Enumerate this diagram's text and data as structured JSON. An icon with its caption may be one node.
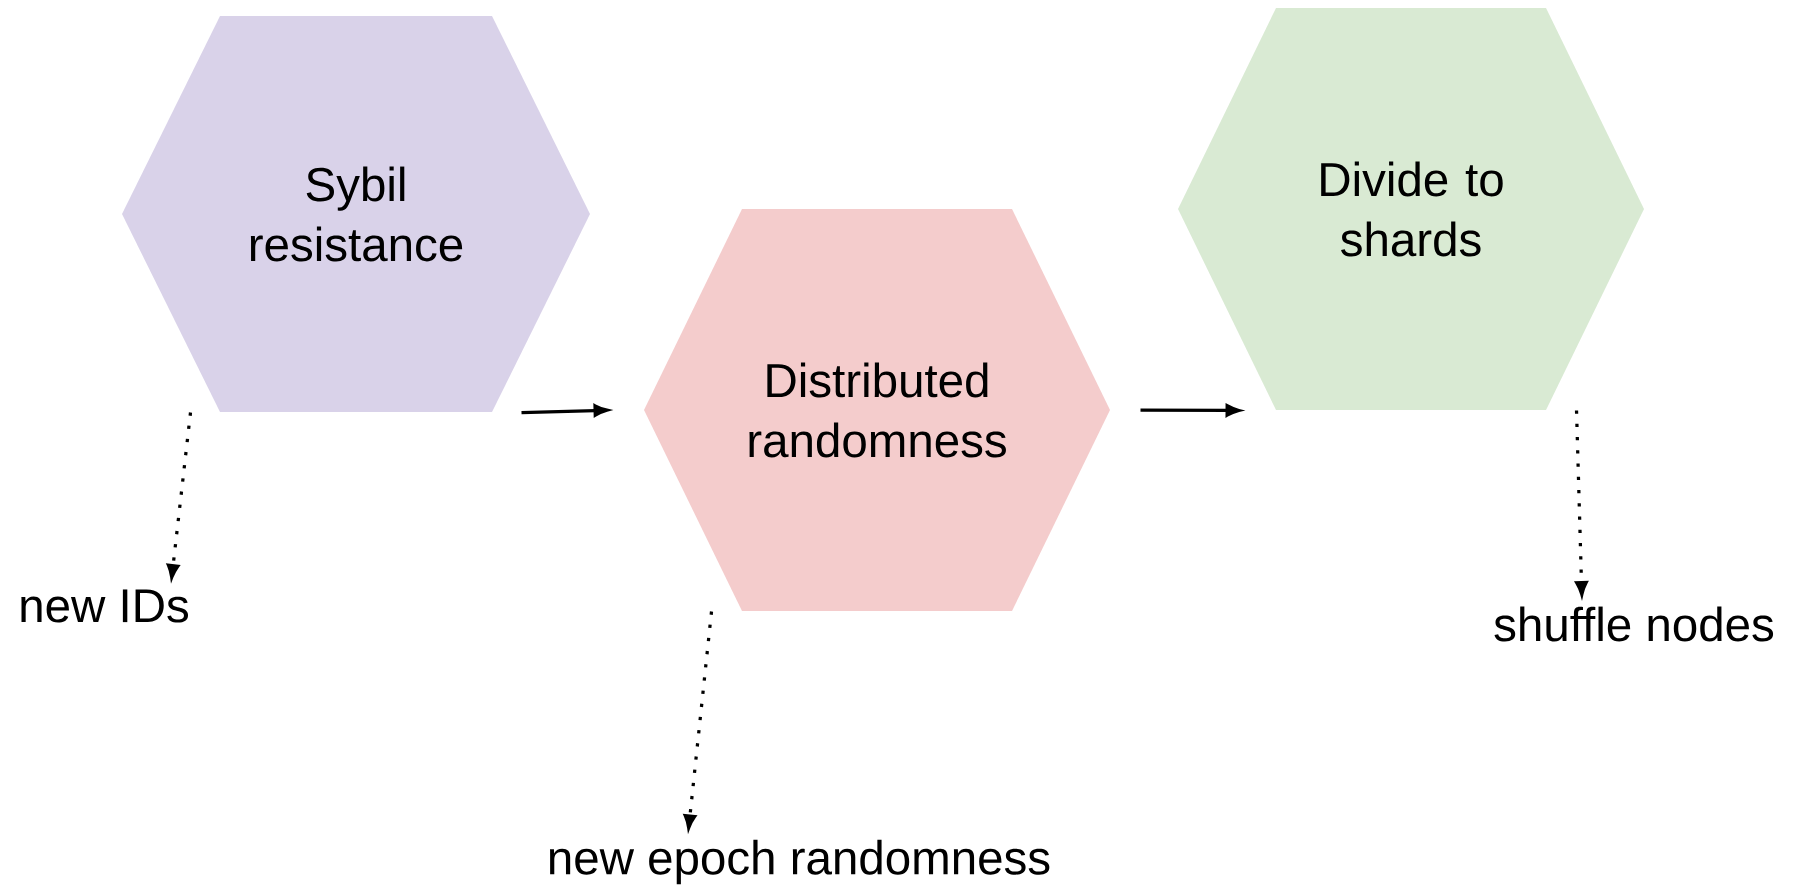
{
  "diagram": {
    "nodes": [
      {
        "text": [
          "Sybil resistance"
        ]
      },
      {
        "text": [
          "Distributed randomness"
        ]
      },
      {
        "text": [
          "Divide to shards"
        ]
      },
      {
        "text": [
          "new IDs"
        ]
      },
      {
        "text": [
          "new epoch randomness"
        ]
      },
      {
        "text": [
          "shuffle nodes"
        ]
      }
    ],
    "edges": [
      {
        "from": 0,
        "to": 1,
        "arrow": "to"
      },
      {
        "from": 1,
        "to": 2,
        "arrow": "to"
      },
      {
        "from": 0,
        "to": 3,
        "arrow": "to",
        "style": "dashed"
      },
      {
        "from": 1,
        "to": 4,
        "arrow": "to",
        "style": "dashed"
      },
      {
        "from": 2,
        "to": 5,
        "arrow": "to",
        "style": "dashed"
      }
    ]
  }
}
